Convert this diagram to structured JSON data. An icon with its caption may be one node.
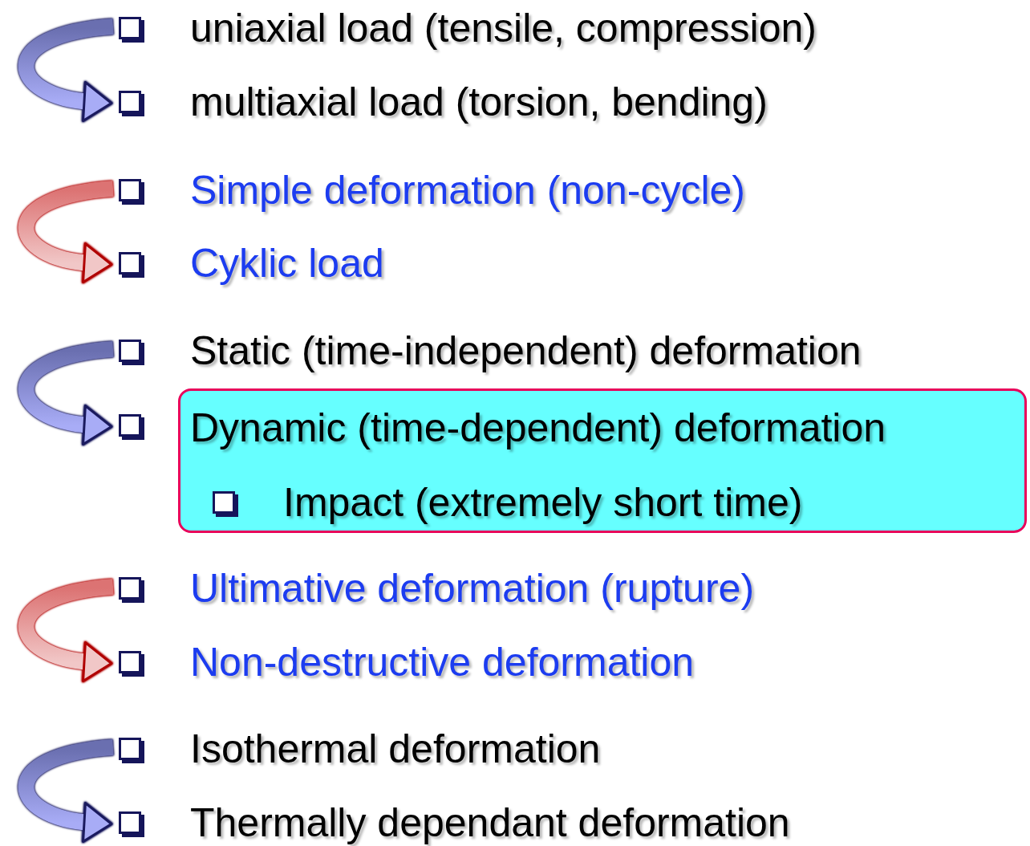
{
  "diagram": {
    "nodes": [
      {
        "text": [
          "uniaxial load (tensile, compression)"
        ]
      },
      {
        "text": [
          "multiaxial load (torsion, bending)"
        ]
      },
      {
        "text": [
          "Simple deformation (non-cycle)"
        ]
      },
      {
        "text": [
          "Cyklic load"
        ]
      },
      {
        "text": [
          "Static (time-independent) deformation"
        ]
      },
      {
        "text": [
          "Dynamic (time-dependent) deformation"
        ]
      },
      {
        "text": [
          "Impact (extremely short time)"
        ],
        "in": 5
      },
      {
        "text": [
          "Ultimative deformation (rupture)"
        ]
      },
      {
        "text": [
          "Non-destructive deformation"
        ]
      },
      {
        "text": [
          "Isothermal deformation"
        ]
      },
      {
        "text": [
          "Thermally dependant deformation"
        ]
      }
    ],
    "edges": [
      {
        "from": 0,
        "to": 1,
        "arrow": "to"
      },
      {
        "from": 2,
        "to": 3,
        "arrow": "to",
        "color": "#c00000"
      },
      {
        "from": 4,
        "to": 5,
        "arrow": "to"
      },
      {
        "from": 7,
        "to": 8,
        "arrow": "to",
        "color": "#c00000"
      },
      {
        "from": 9,
        "to": 10,
        "arrow": "to"
      }
    ]
  }
}
